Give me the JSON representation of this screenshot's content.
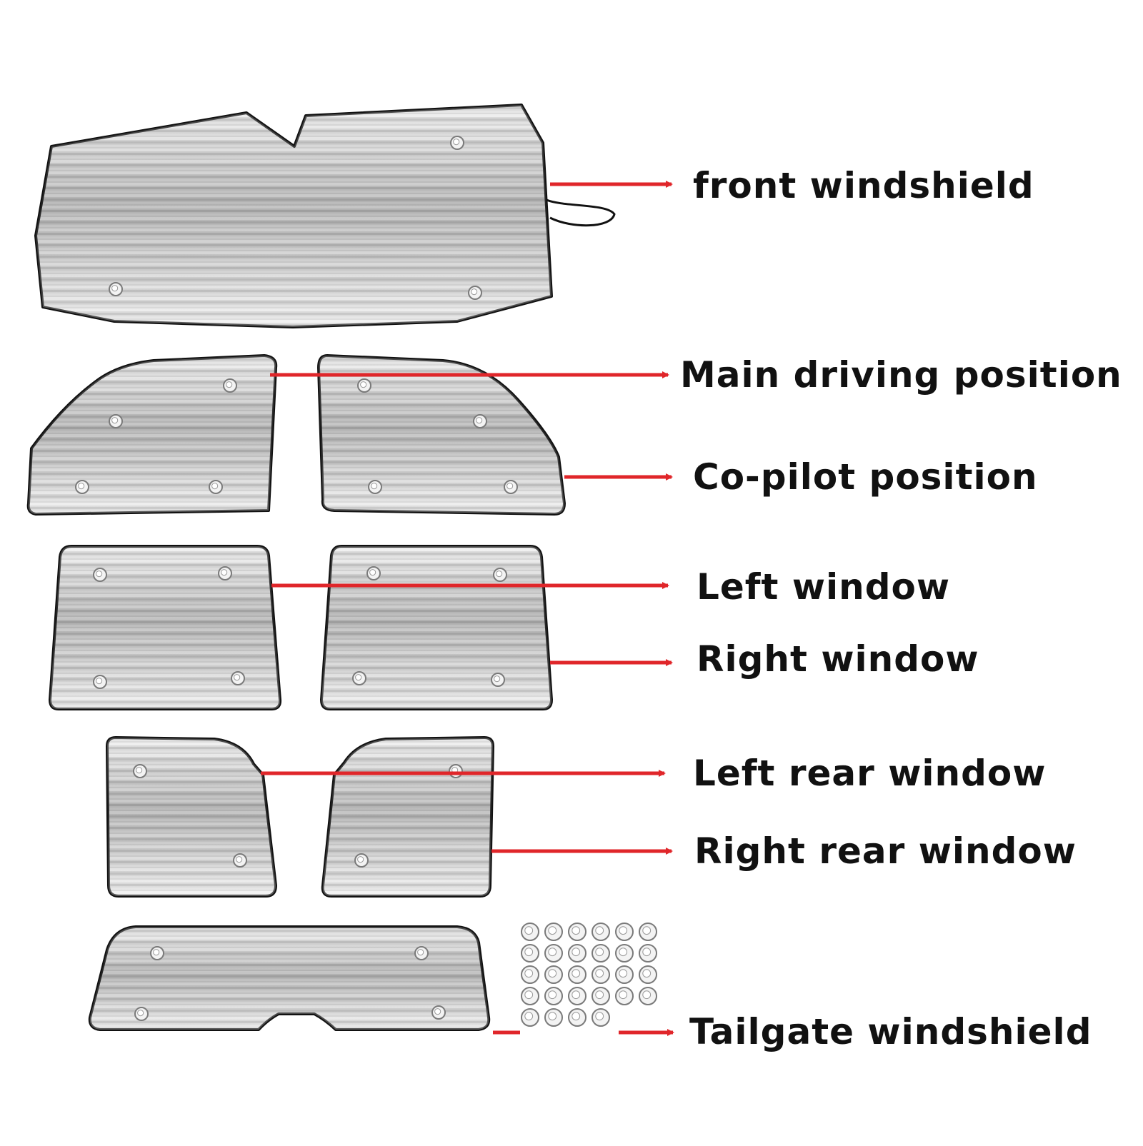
{
  "labels": {
    "front_windshield": "front windshield",
    "main_driving_position": "Main driving position",
    "co_pilot_position": "Co-pilot position",
    "left_window": "Left window",
    "right_window": "Right window",
    "left_rear_window": "Left rear window",
    "right_rear_window": "Right rear window",
    "tailgate_windshield": "Tailgate windshield"
  },
  "suction_cups": {
    "count": 28
  },
  "colors": {
    "arrow": "#e0262a",
    "outline": "#111111",
    "panel_light": "#e6e6e6",
    "panel_dark": "#a9a9a9",
    "text": "#111111"
  }
}
